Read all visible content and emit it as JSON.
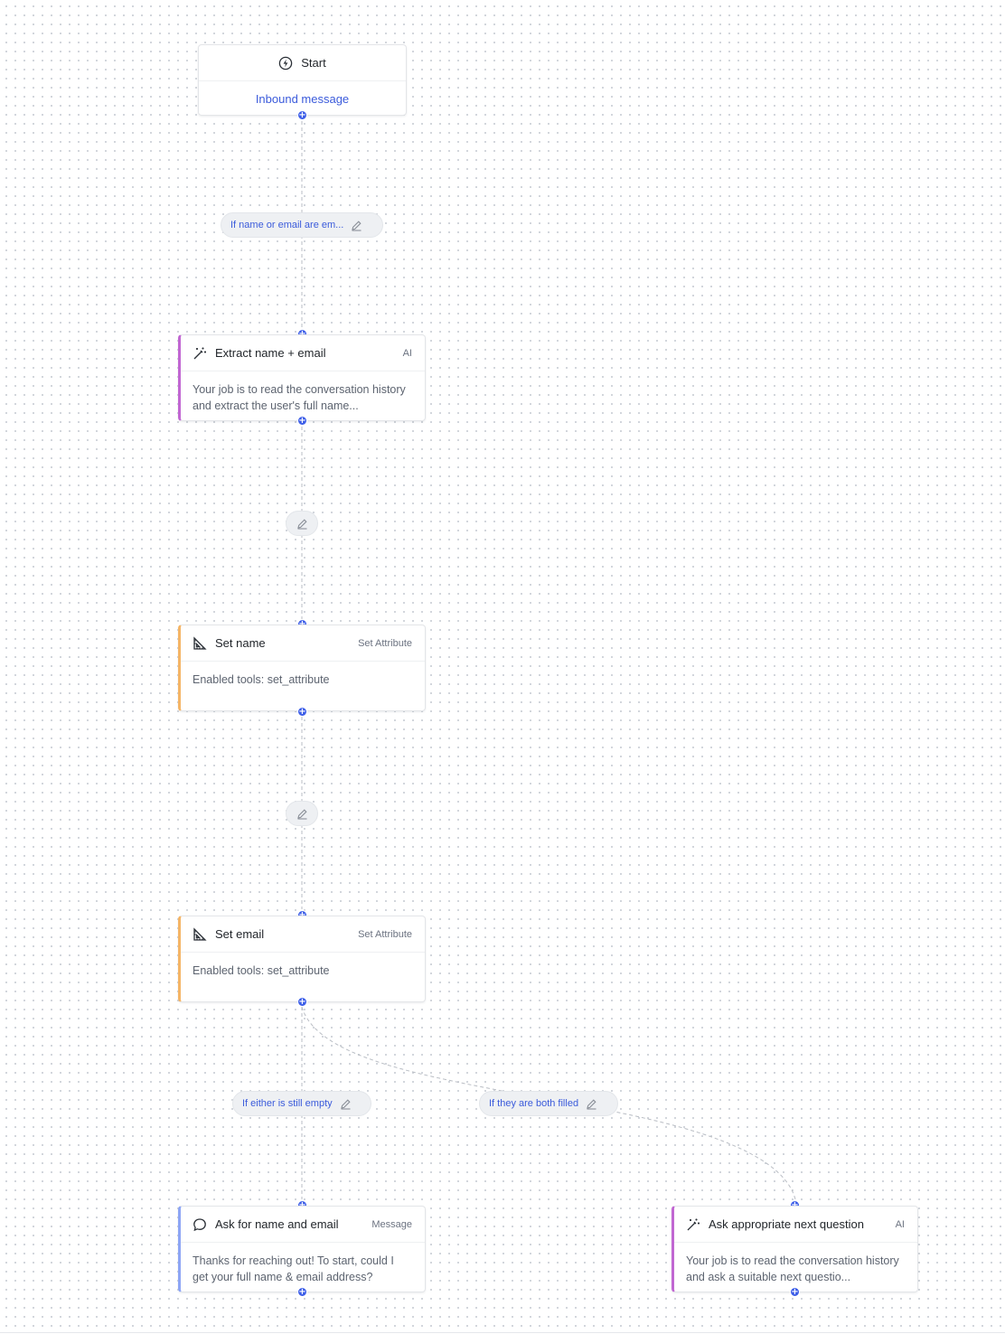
{
  "start": {
    "title": "Start",
    "trigger": "Inbound message"
  },
  "edges": [
    {
      "label": "If name or email are em..."
    },
    {
      "label": ""
    },
    {
      "label": ""
    },
    {
      "label": "If either is still empty"
    },
    {
      "label": "If they are both filled"
    }
  ],
  "nodes": [
    {
      "title": "Extract name + email",
      "type": "AI",
      "body": "Your job is to read the conversation history and extract the user's full name..."
    },
    {
      "title": "Set name",
      "type": "Set Attribute",
      "body": "Enabled tools: set_attribute"
    },
    {
      "title": "Set email",
      "type": "Set Attribute",
      "body": "Enabled tools: set_attribute"
    },
    {
      "title": "Ask for name and email",
      "type": "Message",
      "body": "Thanks for reaching out! To start, could I get your full name & email address?"
    },
    {
      "title": "Ask appropriate next question",
      "type": "AI",
      "body": "Your job is to read the conversation history and ask a suitable next questio..."
    }
  ],
  "colors": {
    "ai_accent": "#c167d2",
    "attribute_accent": "#f5b566",
    "message_accent": "#8ea6f5",
    "port": "#3d5ee8",
    "link": "#3b5bdb"
  },
  "icons": {
    "start": "lightning-icon",
    "ai": "magic-wand-icon",
    "set_attribute": "ruler-triangle-icon",
    "message": "chat-bubble-icon",
    "edit": "pencil-icon",
    "port": "plus-icon"
  }
}
